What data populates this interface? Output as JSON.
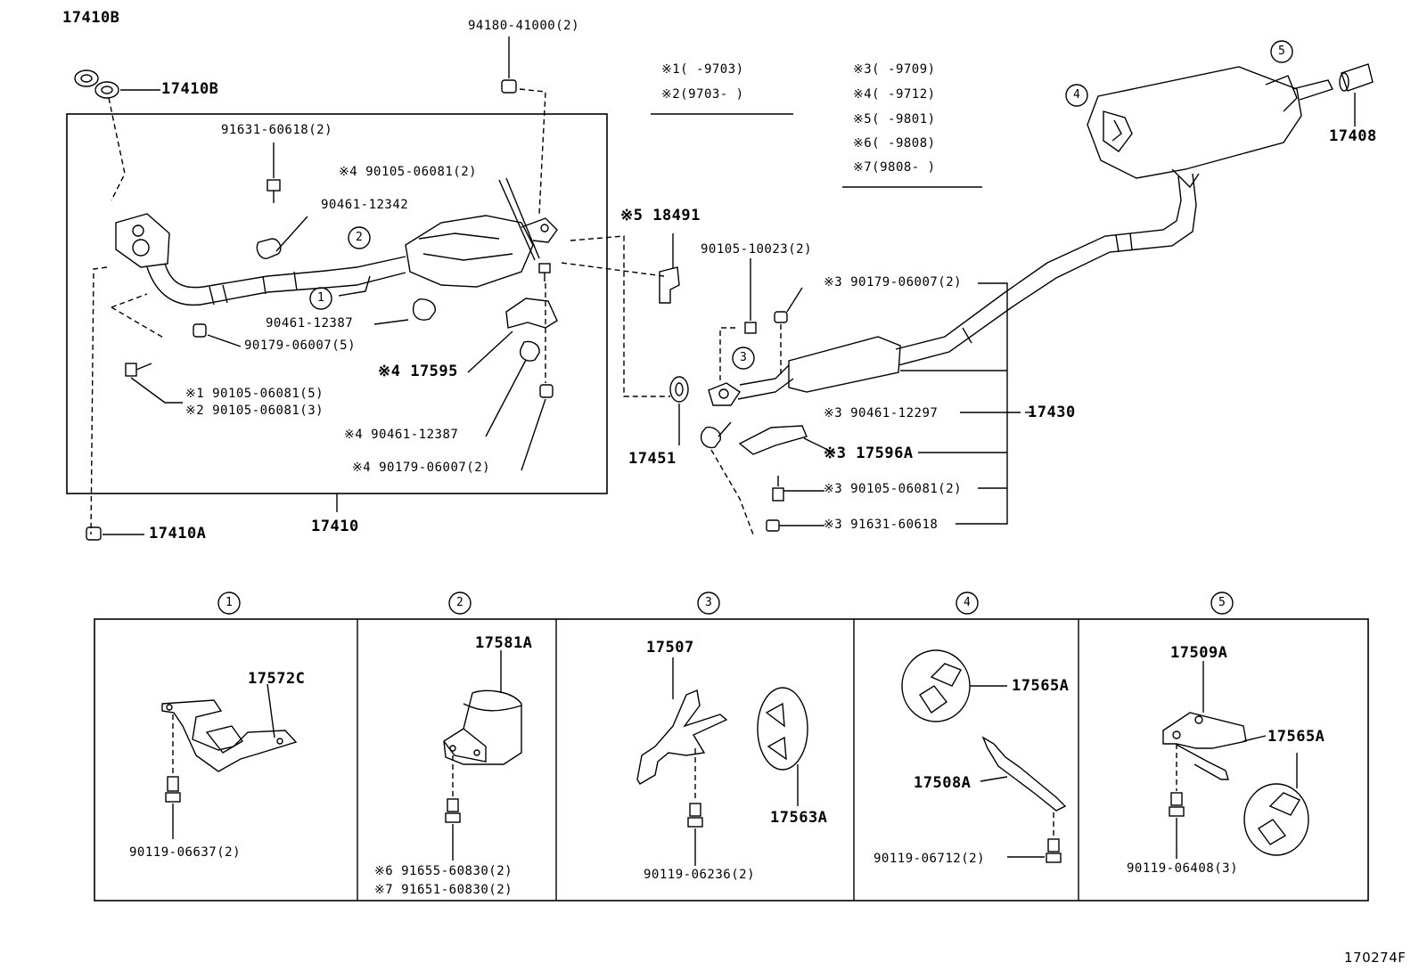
{
  "upper_assembly": {
    "gasket_top": "17410B",
    "gasket_side": "17410B",
    "nut_top": "94180-41000(2)",
    "bolt_91631": "91631-60618(2)",
    "bolt_s4_06081": "※4 90105-06081(2)",
    "clamp_12342": "90461-12342",
    "callout_1": "1",
    "callout_2": "2",
    "clamp_12387": "90461-12387",
    "nut_06007_5": "90179-06007(5)",
    "bolt_s1": "※1 90105-06081(5)",
    "bolt_s2": "※2 90105-06081(3)",
    "heat_insulator": "※4 17595",
    "clamp_s4_12387": "※4 90461-12387",
    "nut_s4_06007": "※4 90179-06007(2)",
    "box_label": "17410",
    "gasket_bottom": "17410A"
  },
  "legend": {
    "left": [
      "※1(    -9703)",
      "※2(9703-    )"
    ],
    "right": [
      "※3(    -9709)",
      "※4(    -9712)",
      "※5(    -9801)",
      "※6(    -9808)",
      "※7(9808-    )"
    ]
  },
  "lower_assembly": {
    "bracket_s5": "※5 18491",
    "bolt_10023": "90105-10023(2)",
    "nut_s3_06007": "※3 90179-06007(2)",
    "callout_3": "3",
    "callout_4": "4",
    "callout_5": "5",
    "gasket_17451": "17451",
    "clamp_s3_12297": "※3 90461-12297",
    "tail_pipe_assy": "17430",
    "heat_insulator_s3": "※3 17596A",
    "bolt_s3_06081": "※3 90105-06081(2)",
    "bolt_s3_91631": "※3 91631-60618",
    "tail_pipe_end": "17408"
  },
  "detail_panels": [
    {
      "callout": "1",
      "part": "17572C",
      "fastener": "90119-06637(2)"
    },
    {
      "callout": "2",
      "part": "17581A",
      "fastener_a": "※6 91655-60830(2)",
      "fastener_b": "※7 91651-60830(2)"
    },
    {
      "callout": "3",
      "part_a": "17507",
      "part_b": "17563A",
      "fastener": "90119-06236(2)"
    },
    {
      "callout": "4",
      "part_a": "17565A",
      "part_b": "17508A",
      "fastener": "90119-06712(2)"
    },
    {
      "callout": "5",
      "part_a": "17509A",
      "part_b": "17565A",
      "fastener": "90119-06408(3)"
    }
  ],
  "figure_id": "170274F"
}
